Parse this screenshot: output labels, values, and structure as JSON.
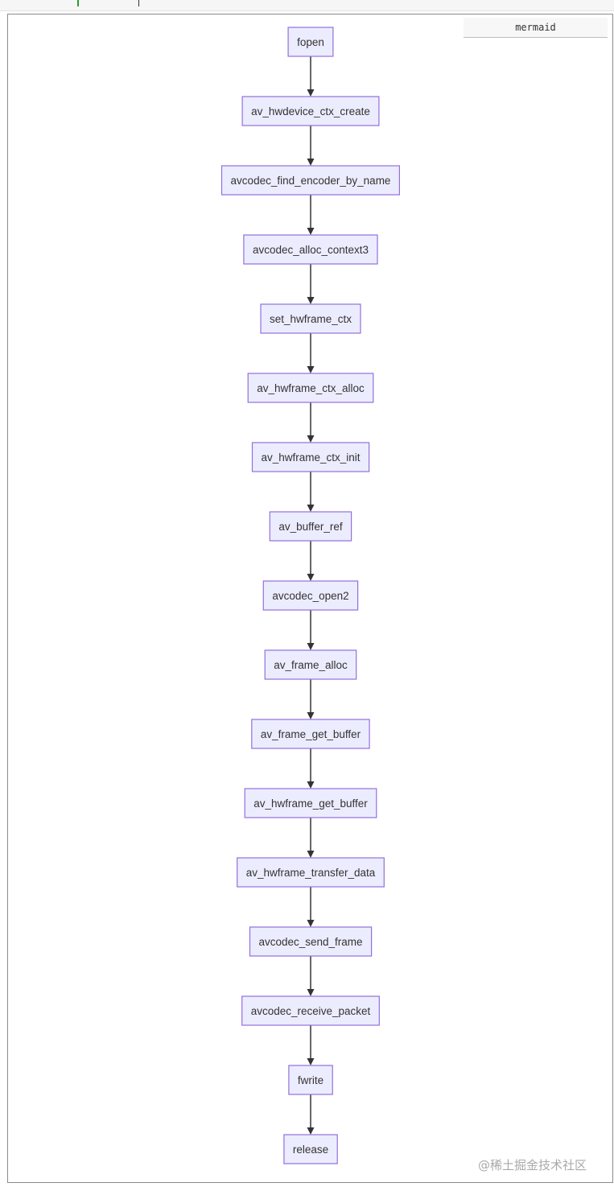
{
  "code_block": {
    "language_label": "mermaid"
  },
  "flowchart": {
    "nodes": [
      "fopen",
      "av_hwdevice_ctx_create",
      "avcodec_find_encoder_by_name",
      "avcodec_alloc_context3",
      "set_hwframe_ctx",
      "av_hwframe_ctx_alloc",
      "av_hwframe_ctx_init",
      "av_buffer_ref",
      "avcodec_open2",
      "av_frame_alloc",
      "av_frame_get_buffer",
      "av_hwframe_get_buffer",
      "av_hwframe_transfer_data",
      "avcodec_send_frame",
      "avcodec_receive_packet",
      "fwrite",
      "release"
    ],
    "node_fill": "#ececff",
    "node_stroke": "#9370db",
    "edge_color": "#333333"
  },
  "watermark": {
    "text": "@稀土掘金技术社区"
  }
}
